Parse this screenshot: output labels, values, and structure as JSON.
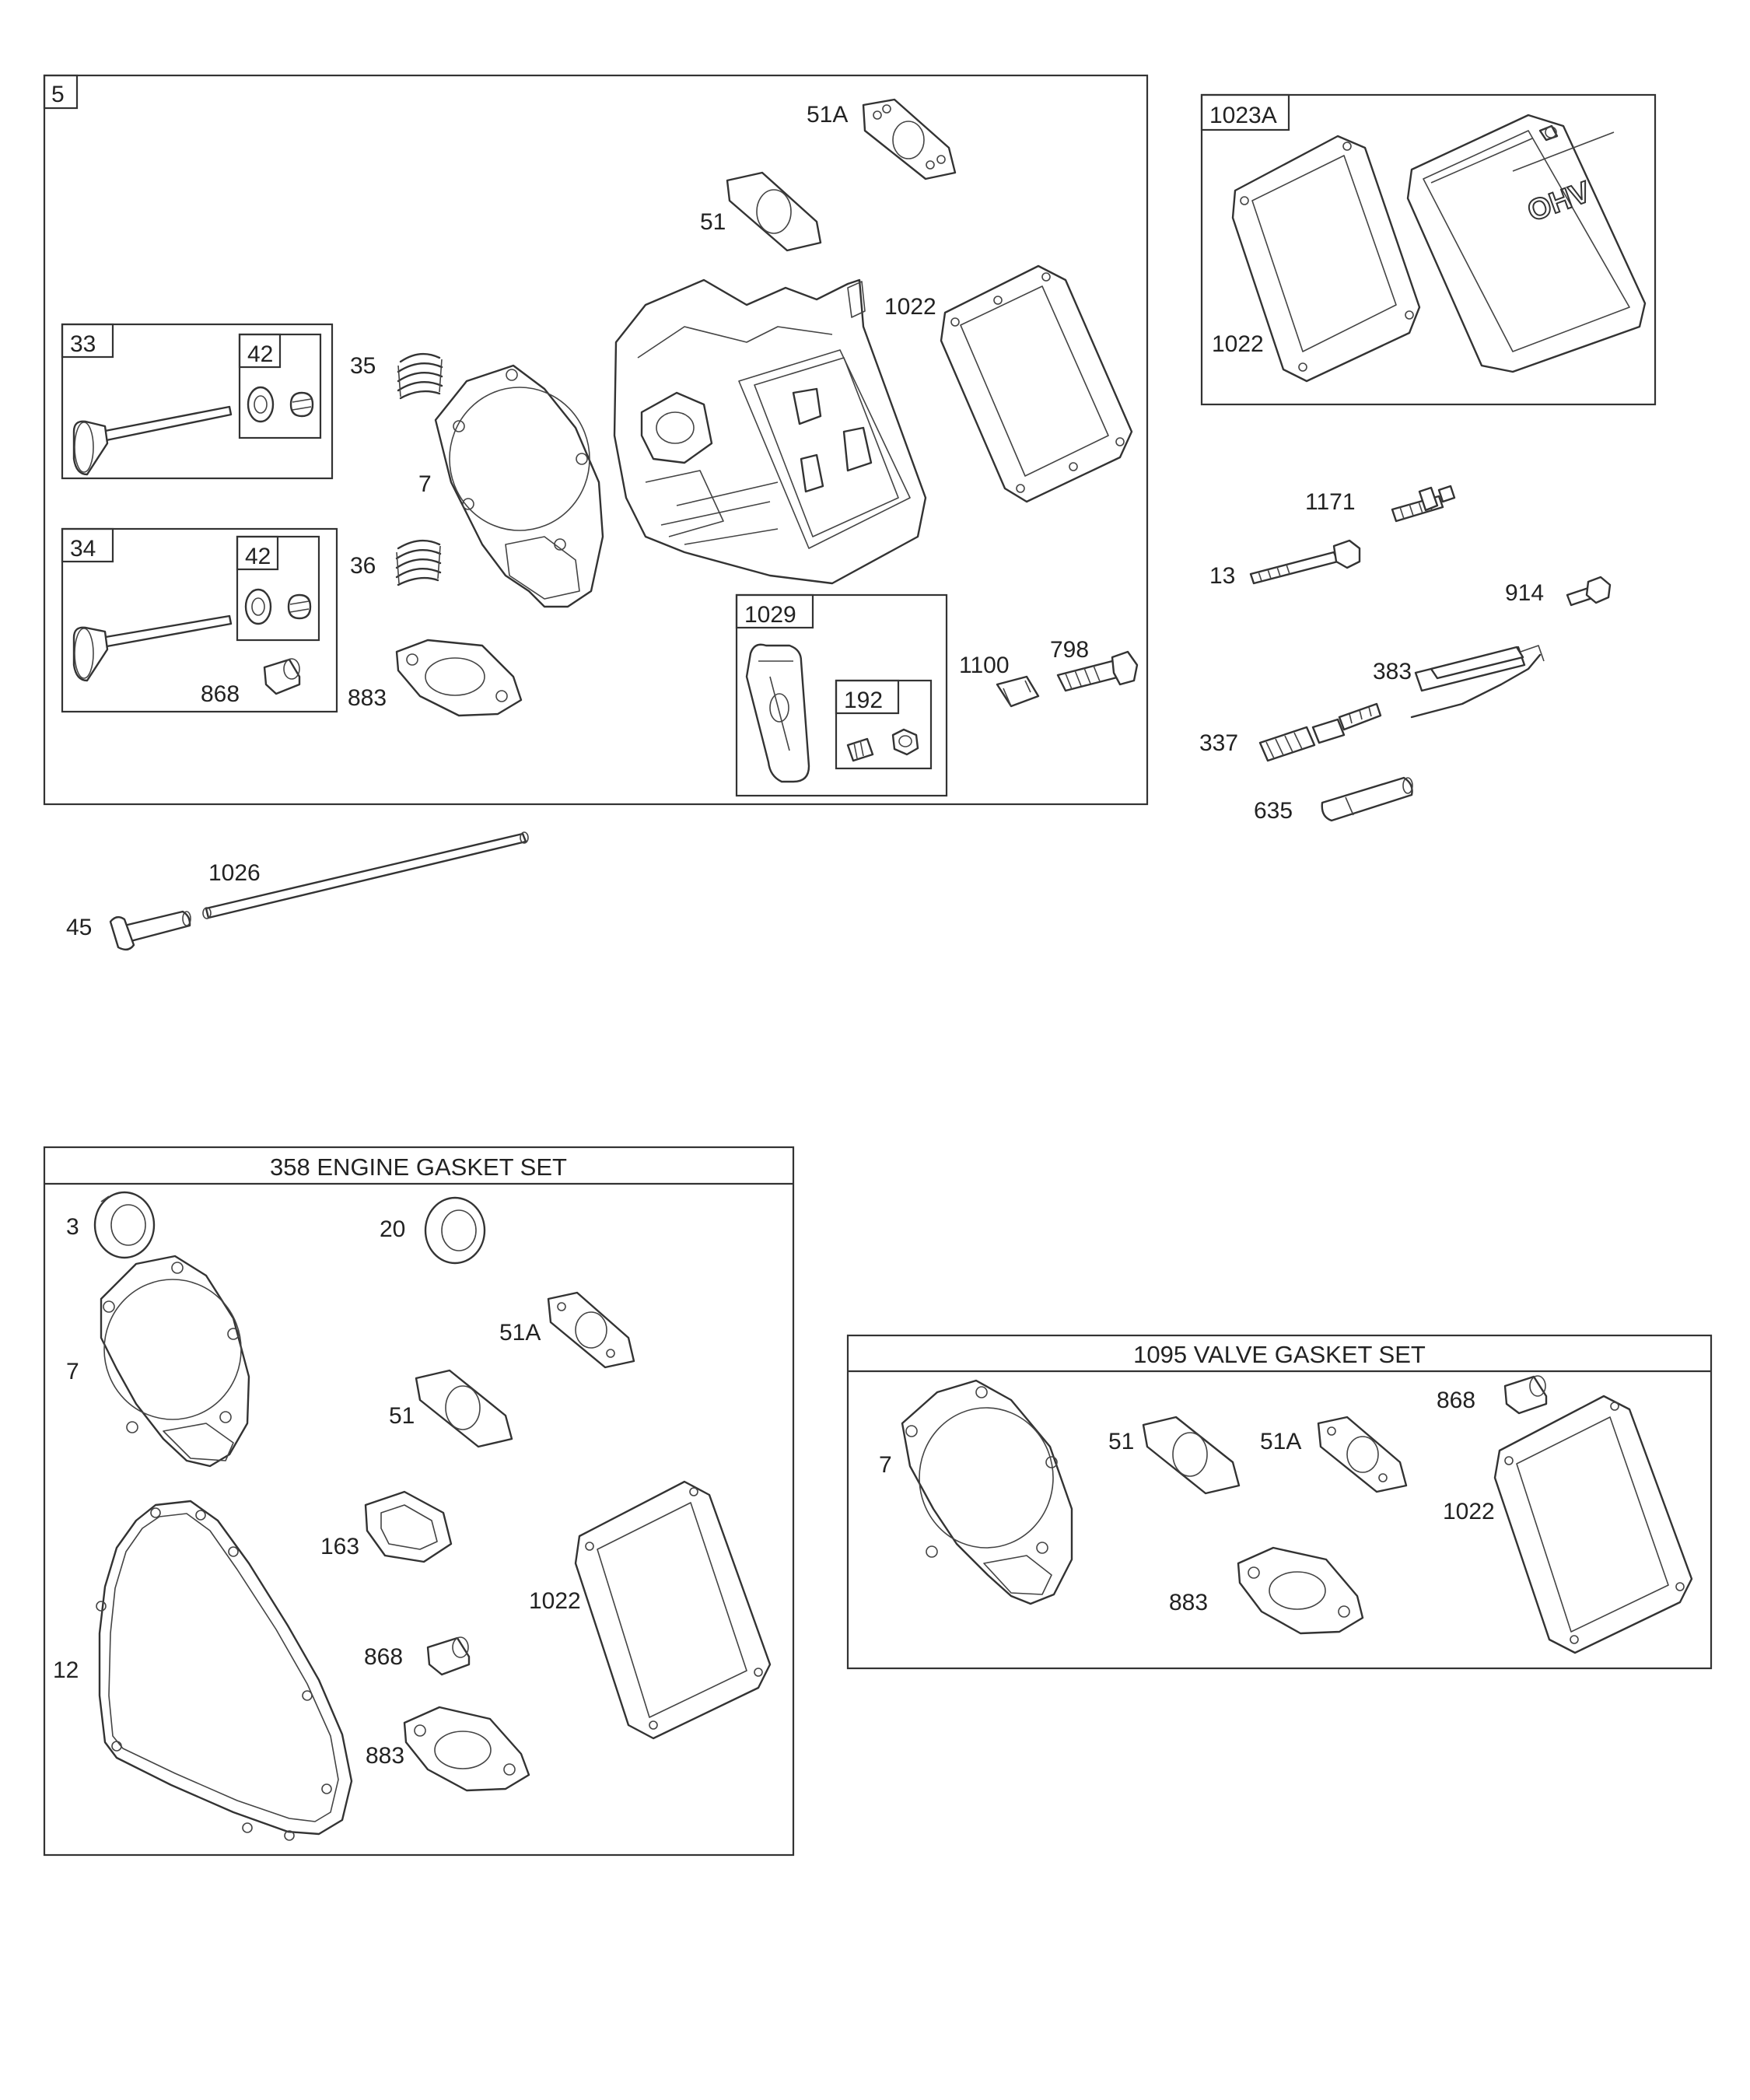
{
  "main_assembly": {
    "box_label": "5",
    "labels": {
      "p51a": "51A",
      "p51": "51",
      "p1022": "1022",
      "p35": "35",
      "p7": "7",
      "p36": "36",
      "p883": "883",
      "p1100": "1100",
      "p798": "798"
    },
    "exhaust_valve": {
      "box_label": "33",
      "sub_label": "42"
    },
    "intake_valve": {
      "box_label": "34",
      "sub_label": "42",
      "p868": "868"
    },
    "rocker_arm": {
      "box_label": "1029",
      "sub_label": "192"
    }
  },
  "pushrod": {
    "p1026": "1026",
    "p45": "45"
  },
  "valve_cover": {
    "box_label": "1023A",
    "p1022": "1022",
    "logo_text": "OHV"
  },
  "loose_parts": {
    "p1171": "1171",
    "p13": "13",
    "p914": "914",
    "p383": "383",
    "p337": "337",
    "p635": "635"
  },
  "engine_gasket_set": {
    "title": "358 ENGINE GASKET SET",
    "labels": {
      "p3": "3",
      "p20": "20",
      "p51a": "51A",
      "p7": "7",
      "p51": "51",
      "p163": "163",
      "p1022": "1022",
      "p12": "12",
      "p868": "868",
      "p883": "883"
    }
  },
  "valve_gasket_set": {
    "title": "1095 VALVE GASKET SET",
    "labels": {
      "p7": "7",
      "p51": "51",
      "p51a": "51A",
      "p868": "868",
      "p1022": "1022",
      "p883": "883"
    }
  }
}
